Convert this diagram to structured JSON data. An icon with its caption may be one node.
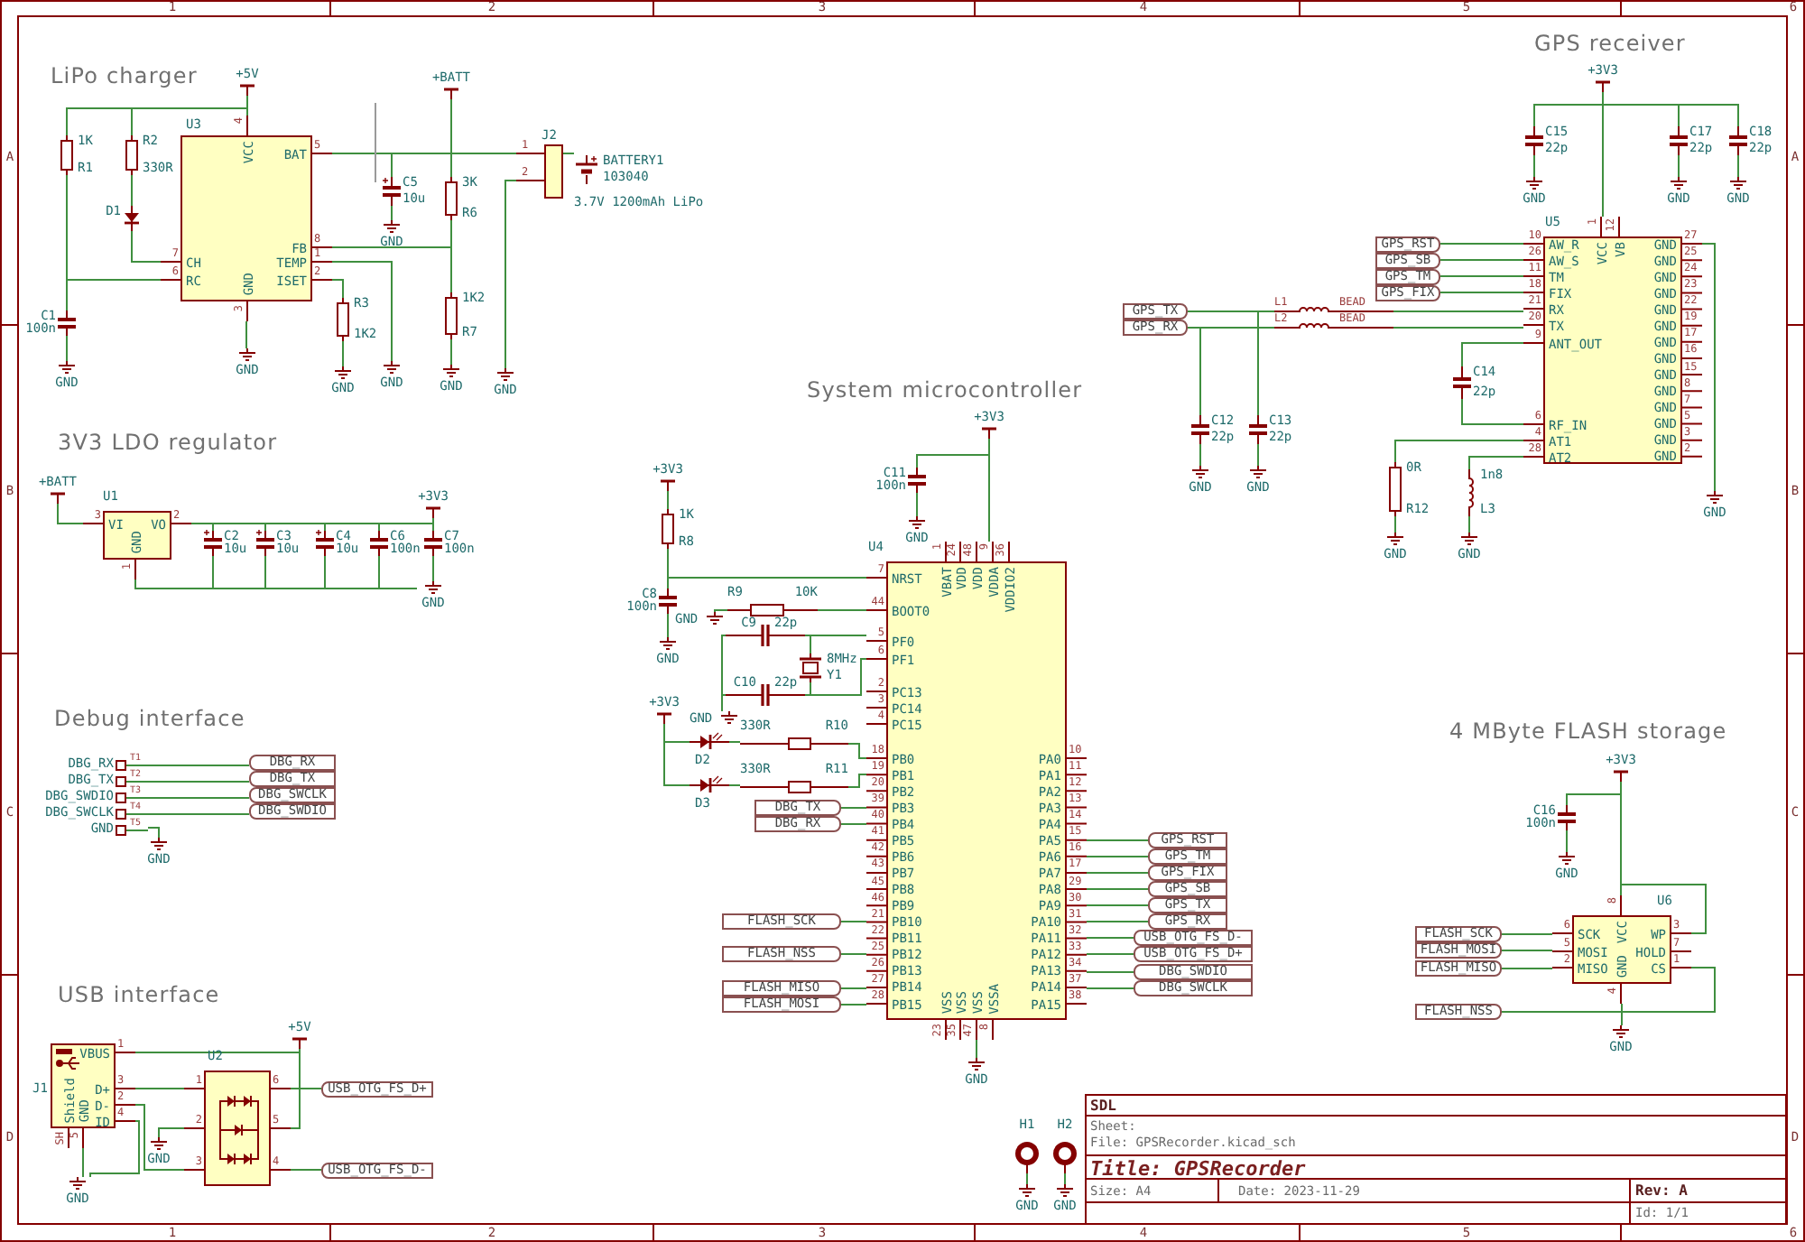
{
  "diagram": {
    "nodes": [
      {
        "text": [
          "+5V"
        ]
      },
      {
        "text": [
          "1K",
          "R1"
        ]
      },
      {
        "text": [
          "R2",
          "330R"
        ]
      },
      {
        "text": [
          "U3",
          "VCC",
          "BAT",
          "FB",
          "TEMP",
          "ISET",
          "CH",
          "RC",
          "GND",
          "4",
          "5",
          "8",
          "1",
          "2",
          "7",
          "6",
          "3"
        ]
      },
      {
        "text": [
          "D1"
        ]
      },
      {
        "text": [
          "C1",
          "100n"
        ]
      },
      {
        "text": [
          "GND"
        ]
      },
      {
        "text": [
          "GND"
        ]
      },
      {
        "text": [
          "R3",
          "1K2"
        ]
      },
      {
        "text": [
          "GND"
        ]
      },
      {
        "text": [
          "GND"
        ]
      },
      {
        "text": [
          "C5",
          "10u"
        ]
      },
      {
        "text": [
          "GND"
        ]
      },
      {
        "text": [
          "+BATT"
        ]
      },
      {
        "text": [
          "3K",
          "R6"
        ]
      },
      {
        "text": [
          "1K2",
          "R7"
        ]
      },
      {
        "text": [
          "GND"
        ]
      },
      {
        "text": [
          "J2",
          "1",
          "2"
        ]
      },
      {
        "text": [
          "GND"
        ]
      },
      {
        "text": [
          "BATTERY1",
          "103040",
          "3.7V 1200mAh LiPo"
        ]
      },
      {
        "text": [
          "+BATT"
        ]
      },
      {
        "text": [
          "U1",
          "VI",
          "VO",
          "GND",
          "3",
          "2",
          "1"
        ]
      },
      {
        "text": [
          "C2",
          "10u"
        ]
      },
      {
        "text": [
          "C3",
          "10u"
        ]
      },
      {
        "text": [
          "C4",
          "10u"
        ]
      },
      {
        "text": [
          "C6",
          "100n"
        ]
      },
      {
        "text": [
          "C7",
          "100n"
        ]
      },
      {
        "text": [
          "+3V3"
        ]
      },
      {
        "text": [
          "GND"
        ]
      },
      {
        "text": [
          "DBG_RX",
          "T1"
        ]
      },
      {
        "text": [
          "DBG_TX",
          "T2"
        ]
      },
      {
        "text": [
          "DBG_SWDIO",
          "T3"
        ]
      },
      {
        "text": [
          "DBG_SWCLK",
          "T4"
        ]
      },
      {
        "text": [
          "GND",
          "T5"
        ]
      },
      {
        "text": [
          "DBG_RX"
        ]
      },
      {
        "text": [
          "DBG_TX"
        ]
      },
      {
        "text": [
          "DBG_SWCLK"
        ]
      },
      {
        "text": [
          "DBG_SWDIO"
        ]
      },
      {
        "text": [
          "GND"
        ]
      },
      {
        "text": [
          "+5V"
        ]
      },
      {
        "text": [
          "J1",
          "VBUS",
          "D+",
          "D-",
          "ID",
          "Shield",
          "GND",
          "1",
          "3",
          "2",
          "4",
          "SH",
          "5"
        ]
      },
      {
        "text": [
          "U2",
          "1",
          "2",
          "3",
          "6",
          "5",
          "4"
        ]
      },
      {
        "text": [
          "GND"
        ]
      },
      {
        "text": [
          "GND"
        ]
      },
      {
        "text": [
          "USB_OTG_FS_D+"
        ]
      },
      {
        "text": [
          "USB_OTG_FS_D-"
        ]
      },
      {
        "text": [
          "+3V3"
        ]
      },
      {
        "text": [
          "C11",
          "100n"
        ]
      },
      {
        "text": [
          "GND"
        ]
      },
      {
        "text": [
          "U4",
          "NRST",
          "BOOT0",
          "PF0",
          "PF1",
          "PC13",
          "PC14",
          "PC15",
          "PB0",
          "PB1",
          "PB2",
          "PB3",
          "PB4",
          "PB5",
          "PB6",
          "PB7",
          "PB8",
          "PB9",
          "PB10",
          "PB11",
          "PB12",
          "PB13",
          "PB14",
          "PB15",
          "PA0",
          "PA1",
          "PA2",
          "PA3",
          "PA4",
          "PA5",
          "PA6",
          "PA7",
          "PA8",
          "PA9",
          "PA10",
          "PA11",
          "PA12",
          "PA13",
          "PA14",
          "PA15",
          "VBAT",
          "VDD",
          "VDD",
          "VDDA",
          "VDDIO2",
          "VSS",
          "VSS",
          "VSS",
          "VSSA",
          "7",
          "44",
          "5",
          "6",
          "2",
          "3",
          "4",
          "18",
          "19",
          "20",
          "39",
          "40",
          "41",
          "42",
          "43",
          "45",
          "46",
          "21",
          "22",
          "25",
          "26",
          "27",
          "28",
          "10",
          "11",
          "12",
          "13",
          "14",
          "15",
          "16",
          "17",
          "29",
          "30",
          "31",
          "32",
          "33",
          "34",
          "37",
          "38",
          "1",
          "24",
          "48",
          "9",
          "36",
          "23",
          "35",
          "47",
          "8"
        ]
      },
      {
        "text": [
          "+3V3"
        ]
      },
      {
        "text": [
          "1K",
          "R8"
        ]
      },
      {
        "text": [
          "C8",
          "100n"
        ]
      },
      {
        "text": [
          "GND"
        ]
      },
      {
        "text": [
          "R9",
          "10K"
        ]
      },
      {
        "text": [
          "GND"
        ]
      },
      {
        "text": [
          "C9",
          "22p"
        ]
      },
      {
        "text": [
          "C10",
          "22p"
        ]
      },
      {
        "text": [
          "GND"
        ]
      },
      {
        "text": [
          "8MHz",
          "Y1"
        ]
      },
      {
        "text": [
          "+3V3"
        ]
      },
      {
        "text": [
          "D2"
        ]
      },
      {
        "text": [
          "330R",
          "R10"
        ]
      },
      {
        "text": [
          "D3"
        ]
      },
      {
        "text": [
          "330R",
          "R11"
        ]
      },
      {
        "text": [
          "DBG_TX"
        ]
      },
      {
        "text": [
          "DBG_RX"
        ]
      },
      {
        "text": [
          "FLASH_SCK"
        ]
      },
      {
        "text": [
          "FLASH_NSS"
        ]
      },
      {
        "text": [
          "FLASH_MISO"
        ]
      },
      {
        "text": [
          "FLASH_MOSI"
        ]
      },
      {
        "text": [
          "GPS_RST"
        ]
      },
      {
        "text": [
          "GPS_TM"
        ]
      },
      {
        "text": [
          "GPS_FIX"
        ]
      },
      {
        "text": [
          "GPS_SB"
        ]
      },
      {
        "text": [
          "GPS_TX"
        ]
      },
      {
        "text": [
          "GPS_RX"
        ]
      },
      {
        "text": [
          "USB_OTG_FS_D-"
        ]
      },
      {
        "text": [
          "USB_OTG_FS_D+"
        ]
      },
      {
        "text": [
          "DBG_SWDIO"
        ]
      },
      {
        "text": [
          "DBG_SWCLK"
        ]
      },
      {
        "text": [
          "GND"
        ]
      },
      {
        "text": [
          "+3V3"
        ]
      },
      {
        "text": [
          "C15",
          "22p"
        ]
      },
      {
        "text": [
          "GND"
        ]
      },
      {
        "text": [
          "C17",
          "22p"
        ]
      },
      {
        "text": [
          "GND"
        ]
      },
      {
        "text": [
          "C18",
          "22p"
        ]
      },
      {
        "text": [
          "GND"
        ]
      },
      {
        "text": [
          "U5",
          "AW_R",
          "AW_S",
          "TM",
          "FIX",
          "RX",
          "TX",
          "ANT_OUT",
          "RF_IN",
          "AT1",
          "AT2",
          "VCC",
          "VB",
          "GND",
          "GND",
          "GND",
          "GND",
          "GND",
          "GND",
          "GND",
          "GND",
          "GND",
          "GND",
          "GND",
          "GND",
          "GND",
          "GND",
          "10",
          "26",
          "11",
          "18",
          "21",
          "20",
          "9",
          "6",
          "4",
          "28",
          "1",
          "12",
          "27",
          "25",
          "24",
          "23",
          "22",
          "19",
          "17",
          "16",
          "15",
          "8",
          "7",
          "5",
          "3",
          "2"
        ]
      },
      {
        "text": [
          "GPS_RST"
        ]
      },
      {
        "text": [
          "GPS_SB"
        ]
      },
      {
        "text": [
          "GPS_TM"
        ]
      },
      {
        "text": [
          "GPS_FIX"
        ]
      },
      {
        "text": [
          "GPS_TX"
        ]
      },
      {
        "text": [
          "GPS_RX"
        ]
      },
      {
        "text": [
          "L1",
          "BEAD"
        ]
      },
      {
        "text": [
          "L2",
          "BEAD"
        ]
      },
      {
        "text": [
          "C12",
          "22p"
        ]
      },
      {
        "text": [
          "GND"
        ]
      },
      {
        "text": [
          "C13",
          "22p"
        ]
      },
      {
        "text": [
          "GND"
        ]
      },
      {
        "text": [
          "C14",
          "22p"
        ]
      },
      {
        "text": [
          "0R",
          "R12"
        ]
      },
      {
        "text": [
          "GND"
        ]
      },
      {
        "text": [
          "1n8",
          "L3"
        ]
      },
      {
        "text": [
          "GND"
        ]
      },
      {
        "text": [
          "GND"
        ]
      },
      {
        "text": [
          "+3V3"
        ]
      },
      {
        "text": [
          "C16",
          "100n"
        ]
      },
      {
        "text": [
          "GND"
        ]
      },
      {
        "text": [
          "U6",
          "SCK",
          "MOSI",
          "MISO",
          "WP",
          "HOLD",
          "CS",
          "VCC",
          "GND",
          "6",
          "5",
          "2",
          "3",
          "7",
          "1",
          "8",
          "4"
        ]
      },
      {
        "text": [
          "FLASH_SCK"
        ]
      },
      {
        "text": [
          "FLASH_MOSI"
        ]
      },
      {
        "text": [
          "FLASH_MISO"
        ]
      },
      {
        "text": [
          "FLASH_NSS"
        ]
      },
      {
        "text": [
          "GND"
        ]
      },
      {
        "text": [
          "H1"
        ]
      },
      {
        "text": [
          "GND"
        ]
      },
      {
        "text": [
          "H2"
        ]
      },
      {
        "text": [
          "GND"
        ]
      }
    ],
    "edges": [
      {
        "from": 0,
        "to": 3,
        "arrow": "none"
      },
      {
        "from": 0,
        "to": 2,
        "arrow": "none"
      },
      {
        "from": 0,
        "to": 1,
        "arrow": "none"
      },
      {
        "from": 2,
        "to": 4,
        "arrow": "none"
      },
      {
        "from": 4,
        "to": 3,
        "arrow": "none"
      },
      {
        "from": 1,
        "to": 5,
        "arrow": "none"
      },
      {
        "from": 1,
        "to": 3,
        "arrow": "none"
      },
      {
        "from": 5,
        "to": 6,
        "arrow": "none"
      },
      {
        "from": 3,
        "to": 7,
        "arrow": "none"
      },
      {
        "from": 3,
        "to": 11,
        "arrow": "none"
      },
      {
        "from": 3,
        "to": 14,
        "arrow": "none"
      },
      {
        "from": 3,
        "to": 17,
        "arrow": "none"
      },
      {
        "from": 13,
        "to": 14,
        "arrow": "none"
      },
      {
        "from": 14,
        "to": 15,
        "arrow": "none"
      },
      {
        "from": 3,
        "to": 15,
        "arrow": "none"
      },
      {
        "from": 3,
        "to": 10,
        "arrow": "none"
      },
      {
        "from": 3,
        "to": 8,
        "arrow": "none"
      },
      {
        "from": 8,
        "to": 9,
        "arrow": "none"
      },
      {
        "from": 15,
        "to": 16,
        "arrow": "none"
      },
      {
        "from": 11,
        "to": 12,
        "arrow": "none"
      },
      {
        "from": 17,
        "to": 18,
        "arrow": "none"
      },
      {
        "from": 17,
        "to": 19,
        "arrow": "none"
      },
      {
        "from": 20,
        "to": 21,
        "arrow": "none"
      },
      {
        "from": 21,
        "to": 22,
        "arrow": "none"
      },
      {
        "from": 22,
        "to": 23,
        "arrow": "none"
      },
      {
        "from": 23,
        "to": 24,
        "arrow": "none"
      },
      {
        "from": 24,
        "to": 25,
        "arrow": "none"
      },
      {
        "from": 25,
        "to": 26,
        "arrow": "none"
      },
      {
        "from": 27,
        "to": 26,
        "arrow": "none"
      },
      {
        "from": 26,
        "to": 28,
        "arrow": "none"
      },
      {
        "from": 21,
        "to": 28,
        "arrow": "none"
      },
      {
        "from": 22,
        "to": 28,
        "arrow": "none"
      },
      {
        "from": 23,
        "to": 28,
        "arrow": "none"
      },
      {
        "from": 24,
        "to": 28,
        "arrow": "none"
      },
      {
        "from": 25,
        "to": 28,
        "arrow": "none"
      },
      {
        "from": 29,
        "to": 34,
        "arrow": "none"
      },
      {
        "from": 30,
        "to": 35,
        "arrow": "none"
      },
      {
        "from": 31,
        "to": 36,
        "arrow": "none"
      },
      {
        "from": 32,
        "to": 37,
        "arrow": "none"
      },
      {
        "from": 33,
        "to": 38,
        "arrow": "none"
      },
      {
        "from": 40,
        "to": 39,
        "arrow": "none"
      },
      {
        "from": 39,
        "to": 41,
        "arrow": "none"
      },
      {
        "from": 40,
        "to": 41,
        "arrow": "none"
      },
      {
        "from": 41,
        "to": 44,
        "arrow": "none"
      },
      {
        "from": 40,
        "to": 41,
        "arrow": "none"
      },
      {
        "from": 41,
        "to": 45,
        "arrow": "none"
      },
      {
        "from": 41,
        "to": 43,
        "arrow": "none"
      },
      {
        "from": 40,
        "to": 42,
        "arrow": "none"
      },
      {
        "from": 40,
        "to": 42,
        "arrow": "none"
      },
      {
        "from": 46,
        "to": 49,
        "arrow": "none"
      },
      {
        "from": 46,
        "to": 47,
        "arrow": "none"
      },
      {
        "from": 47,
        "to": 48,
        "arrow": "none"
      },
      {
        "from": 50,
        "to": 51,
        "arrow": "none"
      },
      {
        "from": 51,
        "to": 52,
        "arrow": "none"
      },
      {
        "from": 52,
        "to": 53,
        "arrow": "none"
      },
      {
        "from": 51,
        "to": 49,
        "arrow": "none"
      },
      {
        "from": 54,
        "to": 49,
        "arrow": "none"
      },
      {
        "from": 55,
        "to": 54,
        "arrow": "none"
      },
      {
        "from": 56,
        "to": 49,
        "arrow": "none"
      },
      {
        "from": 57,
        "to": 49,
        "arrow": "none"
      },
      {
        "from": 56,
        "to": 59,
        "arrow": "none"
      },
      {
        "from": 59,
        "to": 57,
        "arrow": "none"
      },
      {
        "from": 56,
        "to": 58,
        "arrow": "none"
      },
      {
        "from": 57,
        "to": 58,
        "arrow": "none"
      },
      {
        "from": 60,
        "to": 61,
        "arrow": "none"
      },
      {
        "from": 60,
        "to": 63,
        "arrow": "none"
      },
      {
        "from": 61,
        "to": 62,
        "arrow": "none"
      },
      {
        "from": 63,
        "to": 64,
        "arrow": "none"
      },
      {
        "from": 62,
        "to": 49,
        "arrow": "none"
      },
      {
        "from": 64,
        "to": 49,
        "arrow": "none"
      },
      {
        "from": 65,
        "to": 49,
        "arrow": "none"
      },
      {
        "from": 66,
        "to": 49,
        "arrow": "none"
      },
      {
        "from": 67,
        "to": 49,
        "arrow": "none"
      },
      {
        "from": 68,
        "to": 49,
        "arrow": "none"
      },
      {
        "from": 69,
        "to": 49,
        "arrow": "none"
      },
      {
        "from": 70,
        "to": 49,
        "arrow": "none"
      },
      {
        "from": 49,
        "to": 71,
        "arrow": "none"
      },
      {
        "from": 49,
        "to": 72,
        "arrow": "none"
      },
      {
        "from": 49,
        "to": 73,
        "arrow": "none"
      },
      {
        "from": 49,
        "to": 74,
        "arrow": "none"
      },
      {
        "from": 49,
        "to": 75,
        "arrow": "none"
      },
      {
        "from": 49,
        "to": 76,
        "arrow": "none"
      },
      {
        "from": 49,
        "to": 77,
        "arrow": "none"
      },
      {
        "from": 49,
        "to": 78,
        "arrow": "none"
      },
      {
        "from": 49,
        "to": 79,
        "arrow": "none"
      },
      {
        "from": 49,
        "to": 80,
        "arrow": "none"
      },
      {
        "from": 49,
        "to": 81,
        "arrow": "none"
      },
      {
        "from": 82,
        "to": 89,
        "arrow": "none"
      },
      {
        "from": 82,
        "to": 83,
        "arrow": "none"
      },
      {
        "from": 82,
        "to": 85,
        "arrow": "none"
      },
      {
        "from": 82,
        "to": 87,
        "arrow": "none"
      },
      {
        "from": 83,
        "to": 84,
        "arrow": "none"
      },
      {
        "from": 85,
        "to": 86,
        "arrow": "none"
      },
      {
        "from": 87,
        "to": 88,
        "arrow": "none"
      },
      {
        "from": 90,
        "to": 89,
        "arrow": "none"
      },
      {
        "from": 91,
        "to": 89,
        "arrow": "none"
      },
      {
        "from": 92,
        "to": 89,
        "arrow": "none"
      },
      {
        "from": 93,
        "to": 89,
        "arrow": "none"
      },
      {
        "from": 94,
        "to": 96,
        "arrow": "none"
      },
      {
        "from": 95,
        "to": 97,
        "arrow": "none"
      },
      {
        "from": 96,
        "to": 89,
        "arrow": "none"
      },
      {
        "from": 97,
        "to": 89,
        "arrow": "none"
      },
      {
        "from": 94,
        "to": 100,
        "arrow": "none"
      },
      {
        "from": 95,
        "to": 98,
        "arrow": "none"
      },
      {
        "from": 98,
        "to": 99,
        "arrow": "none"
      },
      {
        "from": 100,
        "to": 101,
        "arrow": "none"
      },
      {
        "from": 102,
        "to": 89,
        "arrow": "none"
      },
      {
        "from": 102,
        "to": 89,
        "arrow": "none"
      },
      {
        "from": 103,
        "to": 89,
        "arrow": "none"
      },
      {
        "from": 105,
        "to": 89,
        "arrow": "none"
      },
      {
        "from": 103,
        "to": 104,
        "arrow": "none"
      },
      {
        "from": 105,
        "to": 106,
        "arrow": "none"
      },
      {
        "from": 89,
        "to": 107,
        "arrow": "none"
      },
      {
        "from": 108,
        "to": 111,
        "arrow": "none"
      },
      {
        "from": 108,
        "to": 109,
        "arrow": "none"
      },
      {
        "from": 109,
        "to": 110,
        "arrow": "none"
      },
      {
        "from": 112,
        "to": 111,
        "arrow": "none"
      },
      {
        "from": 113,
        "to": 111,
        "arrow": "none"
      },
      {
        "from": 114,
        "to": 111,
        "arrow": "none"
      },
      {
        "from": 111,
        "to": 115,
        "arrow": "none"
      },
      {
        "from": 111,
        "to": 116,
        "arrow": "none"
      },
      {
        "from": 111,
        "to": 108,
        "arrow": "none"
      },
      {
        "from": 117,
        "to": 118,
        "arrow": "none"
      },
      {
        "from": 119,
        "to": 120,
        "arrow": "none"
      }
    ],
    "labels": [
      "1",
      "2",
      "3",
      "4",
      "5",
      "6",
      "GPS receiver",
      "LiPo charger",
      "A",
      "A",
      "System microcontroller",
      "3V3 LDO regulator",
      "B",
      "B",
      "Debug interface",
      "4 MByte FLASH storage",
      "C",
      "C",
      "USB interface",
      "SDL",
      "Sheet:",
      "D",
      "D",
      "File: GPSRecorder.kicad_sch",
      "Title: GPSRecorder",
      "Size: A4",
      "Date: 2023-11-29",
      "Rev: A",
      "Id: 1/1",
      "1",
      "2",
      "3",
      "4",
      "5",
      "6"
    ]
  }
}
